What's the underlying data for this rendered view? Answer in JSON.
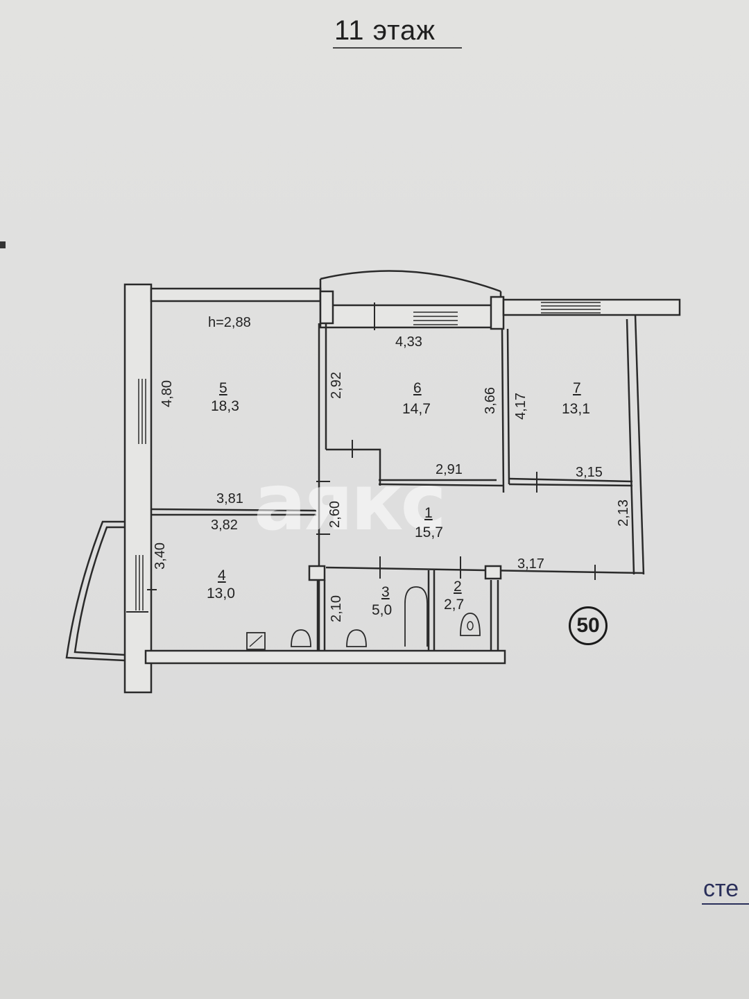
{
  "header": {
    "title": "11 этаж"
  },
  "corner_text": "сте",
  "watermark": "аякс",
  "apartment_badge": "50",
  "ceiling_height": "h=2,88",
  "rooms": [
    {
      "num": "5",
      "area": "18,3"
    },
    {
      "num": "6",
      "area": "14,7"
    },
    {
      "num": "7",
      "area": "13,1"
    },
    {
      "num": "1",
      "area": "15,7"
    },
    {
      "num": "4",
      "area": "13,0"
    },
    {
      "num": "3",
      "area": "5,0"
    },
    {
      "num": "2",
      "area": "2,7"
    }
  ],
  "dimensions": {
    "r5_height": "4,80",
    "r6_width": "4,33",
    "r6_height_left": "2,92",
    "r6_height_right": "3,66",
    "r7_height": "4,17",
    "hall_width_mid": "2,91",
    "r7_width": "3,15",
    "r5_width": "3,81",
    "r4_width": "3,82",
    "hall_height": "2,60",
    "hall_right_height": "2,13",
    "r4_height": "3,40",
    "hall_bottom_width": "3,17",
    "bath_height": "2,10"
  }
}
